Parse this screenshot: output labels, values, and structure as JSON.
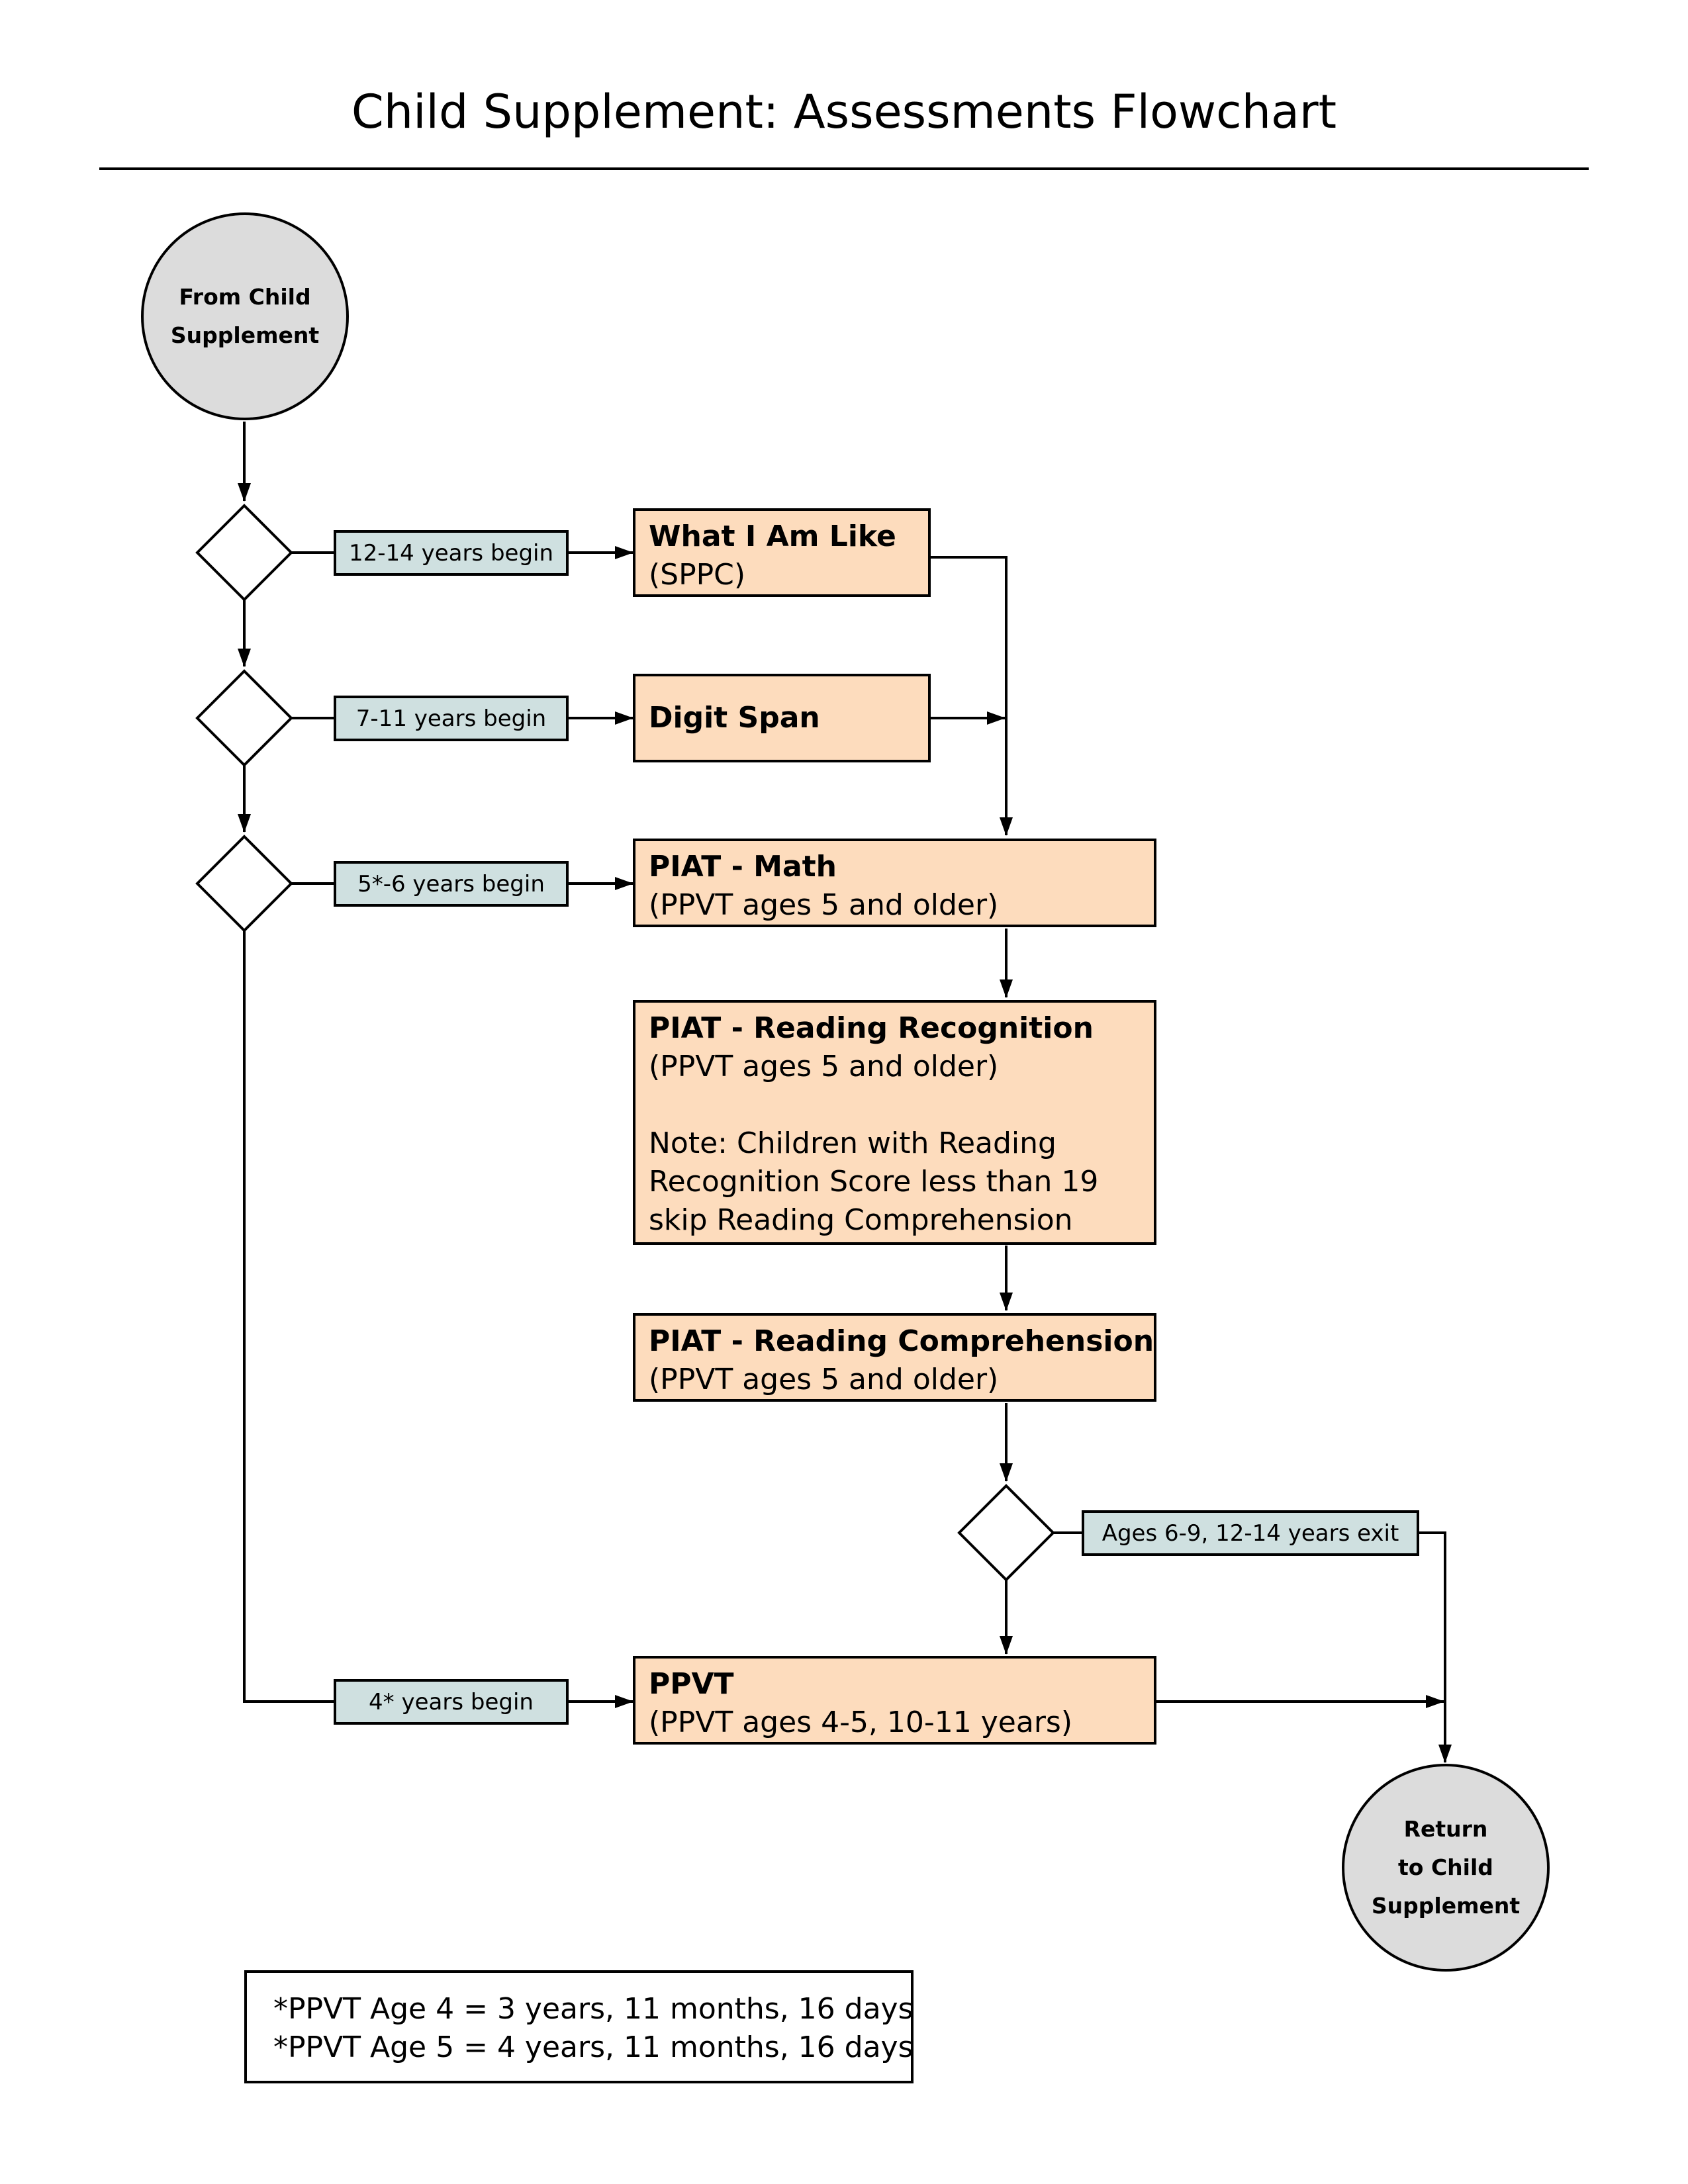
{
  "title": "Child Supplement: Assessments Flowchart",
  "colors": {
    "terminal_fill": "#dcdcdc",
    "label_fill": "#cfe0e0",
    "process_fill": "#fddcbd",
    "line": "#000000"
  },
  "start": {
    "label": "From Child\nSupplement"
  },
  "end": {
    "label": "Return\nto Child\nSupplement"
  },
  "conditions": {
    "c1": "12-14 years begin",
    "c2": "7-11 years begin",
    "c3": "5*-6 years begin",
    "c4": "4* years begin",
    "exit": "Ages 6-9, 12-14 years exit"
  },
  "steps": {
    "sppc": {
      "title": "What I Am Like",
      "subtitle": "(SPPC)"
    },
    "digit": {
      "title": "Digit Span"
    },
    "math": {
      "title": "PIAT - Math",
      "subtitle": "(PPVT ages 5 and older)"
    },
    "recog": {
      "title": "PIAT - Reading Recognition",
      "subtitle": "(PPVT ages 5 and older)",
      "note": "Note: Children with Reading\nRecognition Score less than 19\nskip Reading Comprehension"
    },
    "comp": {
      "title": "PIAT - Reading Comprehension",
      "subtitle": "(PPVT ages 5 and older)"
    },
    "ppvt": {
      "title": "PPVT",
      "subtitle": "(PPVT ages 4-5, 10-11 years)"
    }
  },
  "footnotes": [
    "*PPVT Age 4 = 3 years, 11 months, 16 days",
    "*PPVT Age 5 = 4 years, 11 months, 16 days"
  ]
}
